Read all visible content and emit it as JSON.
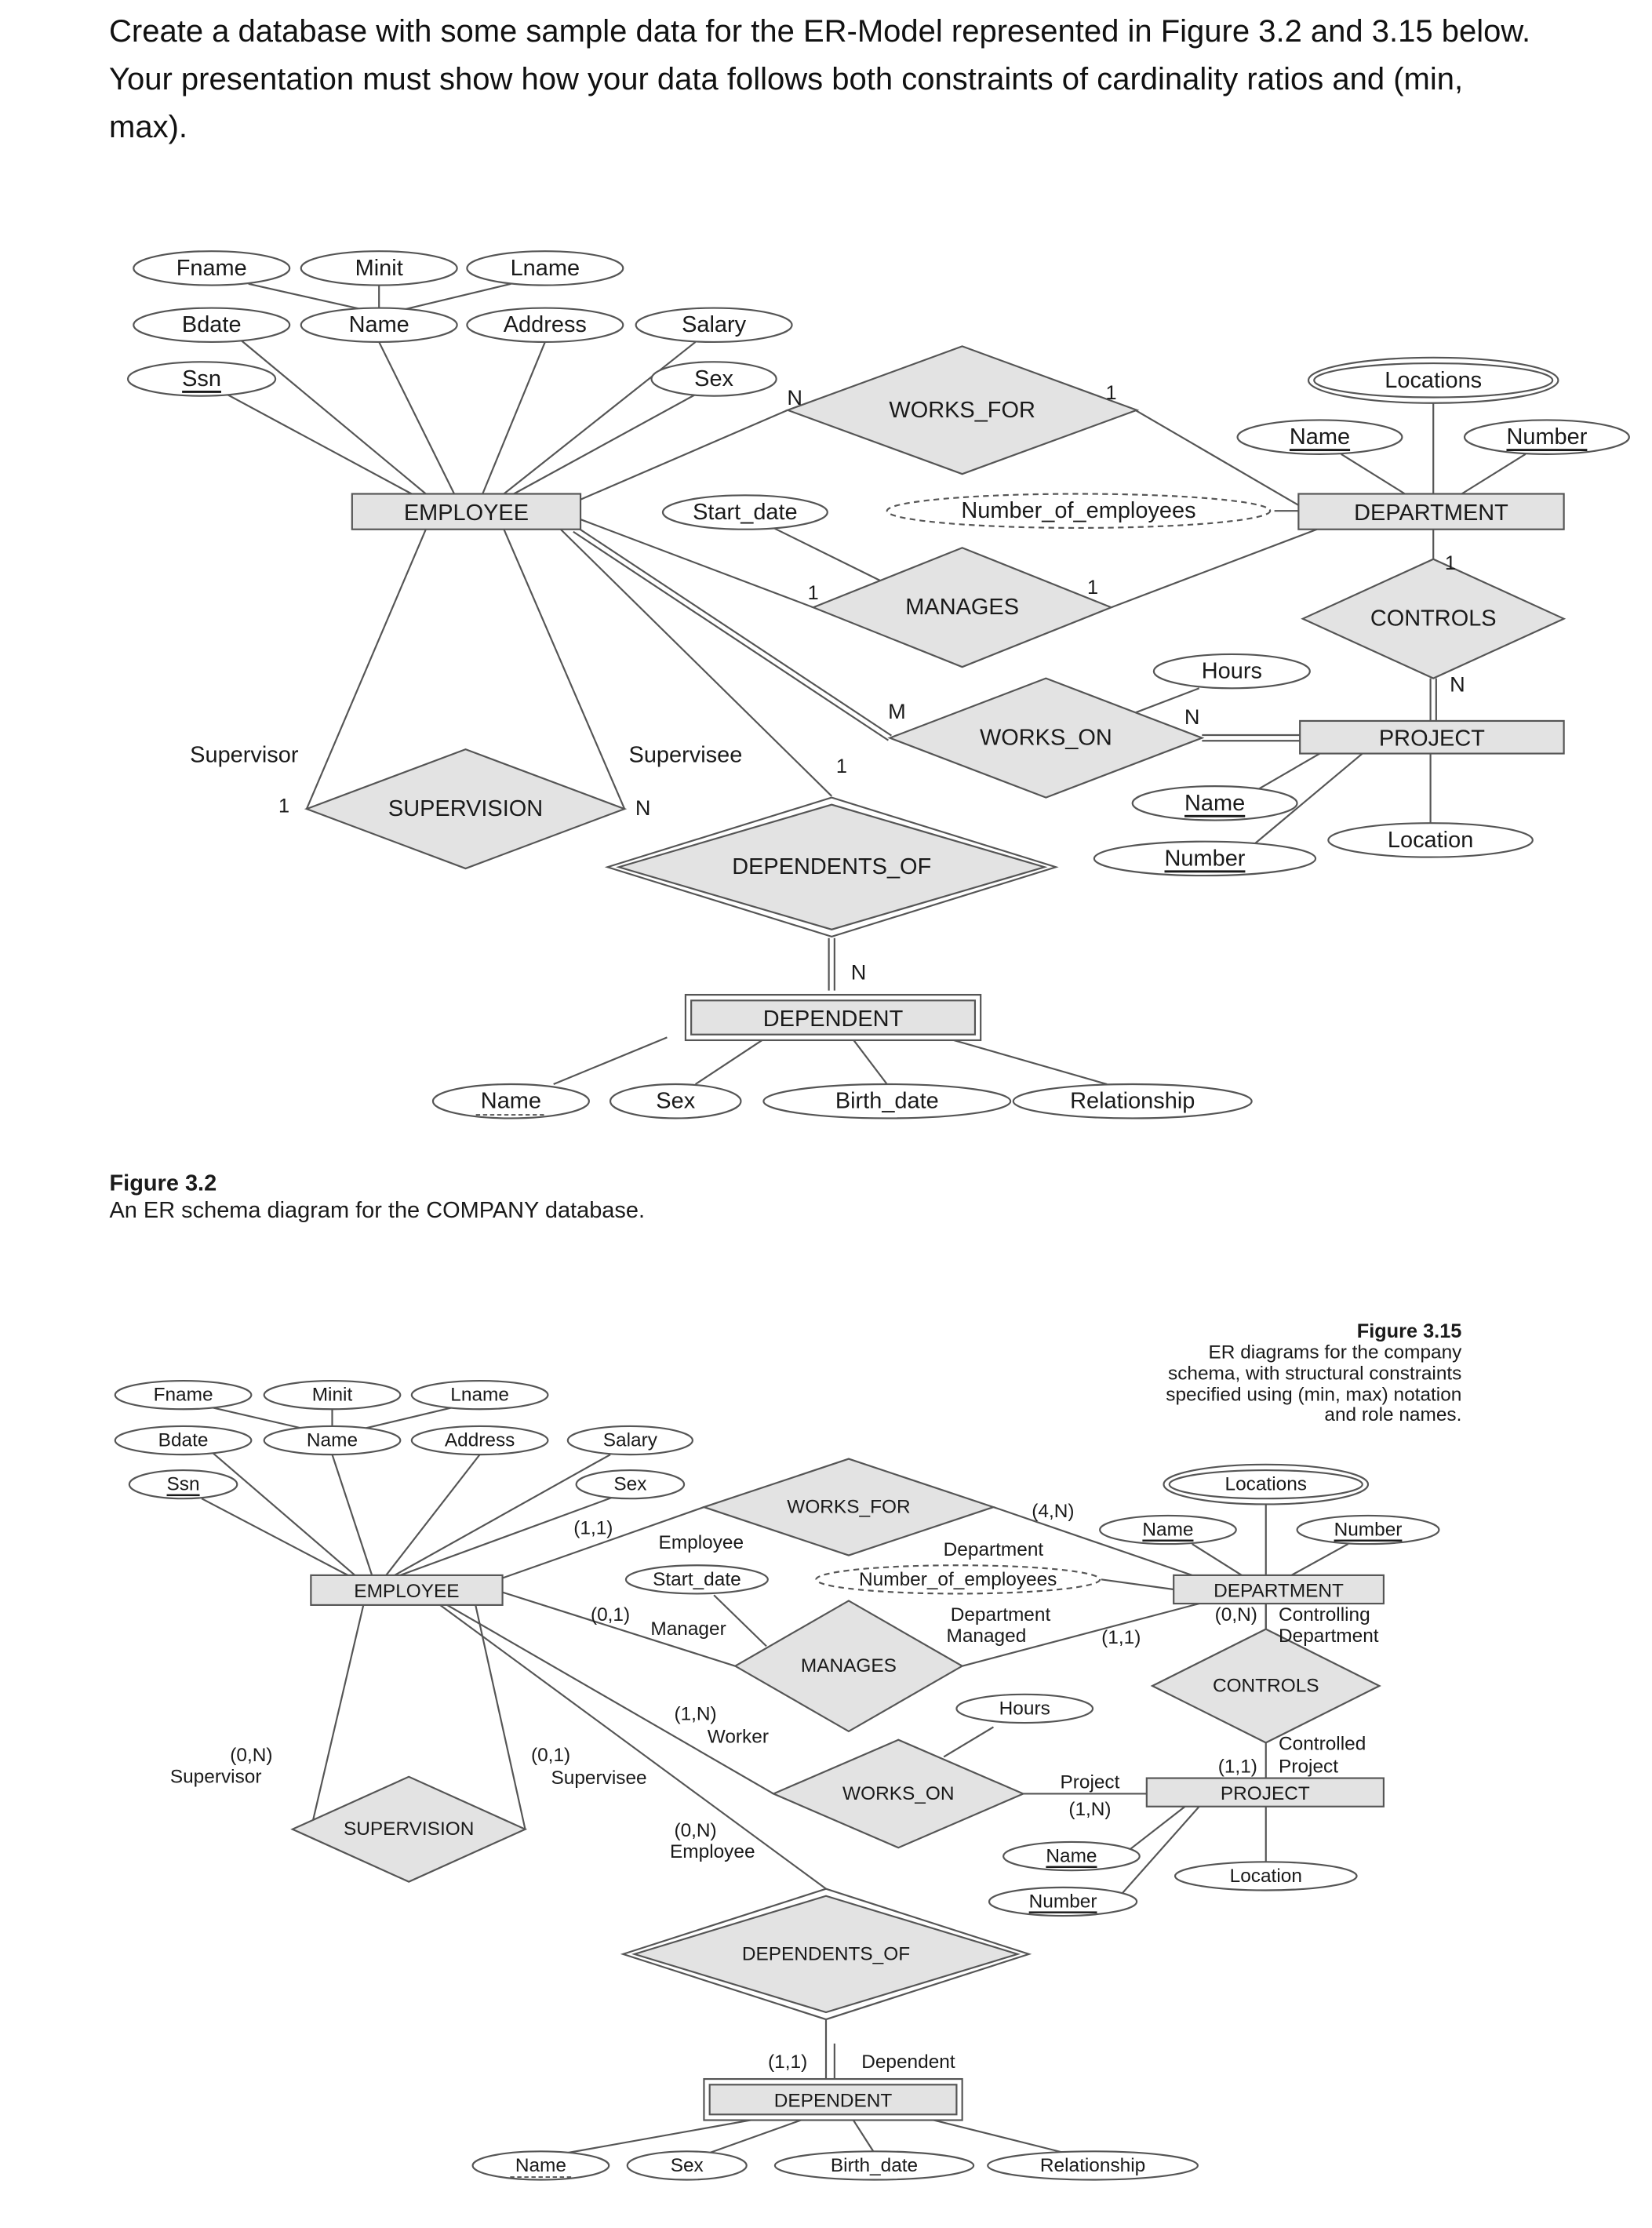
{
  "question": {
    "line1": "Create a database with some sample data for the ER-Model represented in Figure 3.2 and 3.15 below.",
    "line2": "Your presentation must show how your data follows both constraints of cardinality ratios and (min,",
    "line3": "max)."
  },
  "colors": {
    "shape_fill": "#e3e3e3",
    "stroke": "#555555",
    "text": "#1a1a1a"
  },
  "fig32": {
    "caption_title": "Figure 3.2",
    "caption_text": "An ER schema diagram for the COMPANY database.",
    "entities": {
      "employee": "EMPLOYEE",
      "department": "DEPARTMENT",
      "project": "PROJECT",
      "dependent": "DEPENDENT"
    },
    "relationships": {
      "works_for": "WORKS_FOR",
      "manages": "MANAGES",
      "works_on": "WORKS_ON",
      "controls": "CONTROLS",
      "supervision": "SUPERVISION",
      "dependents_of": "DEPENDENTS_OF"
    },
    "attributes": {
      "fname": "Fname",
      "minit": "Minit",
      "lname": "Lname",
      "bdate": "Bdate",
      "name": "Name",
      "address": "Address",
      "salary": "Salary",
      "ssn": "Ssn",
      "sex": "Sex",
      "start_date": "Start_date",
      "num_employees": "Number_of_employees",
      "locations": "Locations",
      "dept_name": "Name",
      "dept_number": "Number",
      "hours": "Hours",
      "proj_name": "Name",
      "proj_number": "Number",
      "proj_location": "Location",
      "dep_name": "Name",
      "dep_sex": "Sex",
      "dep_birth": "Birth_date",
      "dep_rel": "Relationship"
    },
    "labels": {
      "supervisor": "Supervisor",
      "supervisee": "Supervisee",
      "sup_1": "1",
      "sup_n": "N",
      "wf_n": "N",
      "wf_1": "1",
      "mg_emp_1": "1",
      "mg_dept_1": "1",
      "ctrl_1": "1",
      "ctrl_n": "N",
      "wo_m": "M",
      "wo_n": "N",
      "dep_1": "1",
      "dep_n": "N"
    }
  },
  "fig315": {
    "caption_title": "Figure 3.15",
    "caption_lines": [
      "ER diagrams for the company",
      "schema, with structural constraints",
      "specified using (min, max) notation",
      "and role names."
    ],
    "entities": {
      "employee": "EMPLOYEE",
      "department": "DEPARTMENT",
      "project": "PROJECT",
      "dependent": "DEPENDENT"
    },
    "relationships": {
      "works_for": "WORKS_FOR",
      "manages": "MANAGES",
      "works_on": "WORKS_ON",
      "controls": "CONTROLS",
      "supervision": "SUPERVISION",
      "dependents_of": "DEPENDENTS_OF"
    },
    "attributes": {
      "fname": "Fname",
      "minit": "Minit",
      "lname": "Lname",
      "bdate": "Bdate",
      "name": "Name",
      "address": "Address",
      "salary": "Salary",
      "ssn": "Ssn",
      "sex": "Sex",
      "start_date": "Start_date",
      "num_employees": "Number_of_employees",
      "locations": "Locations",
      "dept_name": "Name",
      "dept_number": "Number",
      "hours": "Hours",
      "proj_name": "Name",
      "proj_number": "Number",
      "proj_location": "Location",
      "dep_name": "Name",
      "dep_sex": "Sex",
      "dep_birth": "Birth_date",
      "dep_rel": "Relationship"
    },
    "labels": {
      "wf_emp_card": "(1,1)",
      "wf_emp_role": "Employee",
      "wf_dept_card": "(4,N)",
      "wf_dept_role": "Department",
      "mg_emp_card": "(0,1)",
      "mg_emp_role": "Manager",
      "mg_dept_role1": "Department",
      "mg_dept_role2": "Managed",
      "mg_dept_card": "(1,1)",
      "ctrl_dept_card": "(0,N)",
      "ctrl_dept_role1": "Controlling",
      "ctrl_dept_role2": "Department",
      "ctrl_proj_role1": "Controlled",
      "ctrl_proj_role2": "Project",
      "ctrl_proj_card": "(1,1)",
      "wo_emp_card": "(1,N)",
      "wo_emp_role": "Worker",
      "wo_proj_role": "Project",
      "wo_proj_card": "(1,N)",
      "sup_card": "(0,N)",
      "sup_role": "Supervisor",
      "supee_card": "(0,1)",
      "supee_role": "Supervisee",
      "dep_emp_card": "(0,N)",
      "dep_emp_role": "Employee",
      "dep_dep_card": "(1,1)",
      "dep_dep_role": "Dependent"
    }
  }
}
